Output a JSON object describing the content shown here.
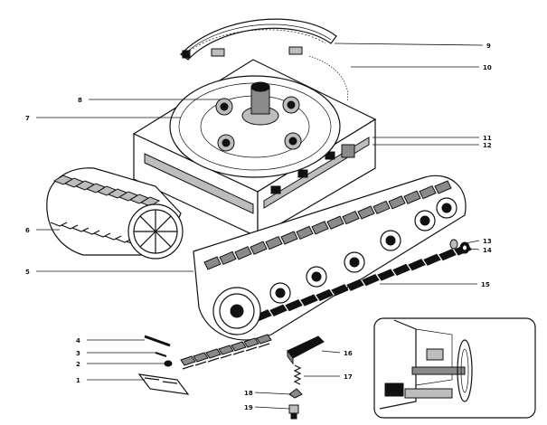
{
  "callouts": [
    {
      "id": "c1",
      "text": "1"
    },
    {
      "id": "c2",
      "text": "2"
    },
    {
      "id": "c3",
      "text": "3"
    },
    {
      "id": "c4",
      "text": "4"
    },
    {
      "id": "c5",
      "text": "5"
    },
    {
      "id": "c6",
      "text": "6"
    },
    {
      "id": "c7",
      "text": "7"
    },
    {
      "id": "c8",
      "text": "8"
    },
    {
      "id": "c9",
      "text": "9"
    },
    {
      "id": "c10",
      "text": "10"
    },
    {
      "id": "c11",
      "text": "11"
    },
    {
      "id": "c12",
      "text": "12"
    },
    {
      "id": "c13",
      "text": "13"
    },
    {
      "id": "c14",
      "text": "14"
    },
    {
      "id": "c15",
      "text": "15"
    },
    {
      "id": "c16",
      "text": "16"
    },
    {
      "id": "c17",
      "text": "17"
    },
    {
      "id": "c18",
      "text": "18"
    },
    {
      "id": "c19",
      "text": "19"
    }
  ],
  "colors": {
    "ink": "#111111",
    "paper": "#ffffff",
    "shade": "#bdbdbd"
  }
}
